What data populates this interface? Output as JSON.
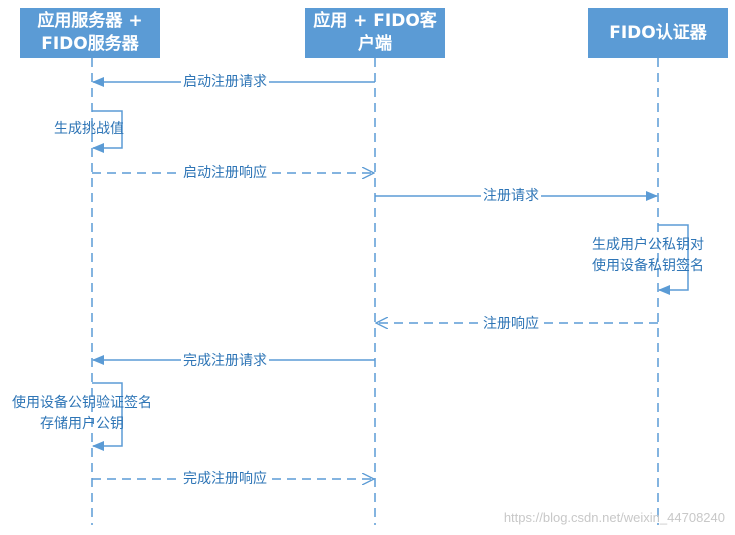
{
  "colors": {
    "accent": "#5b9bd5",
    "line": "#5b9bd5",
    "text": "#2e75b6"
  },
  "actors": [
    {
      "id": "server",
      "label": "应用服务器 +\nFIDO服务器"
    },
    {
      "id": "client",
      "label": "应用 + FIDO客\n户端"
    },
    {
      "id": "authenticator",
      "label": "FIDO认证器"
    }
  ],
  "messages": [
    {
      "from": "client",
      "to": "server",
      "label": "启动注册请求",
      "style": "solid"
    },
    {
      "from": "server",
      "to": "client",
      "label": "启动注册响应",
      "style": "dashed"
    },
    {
      "from": "client",
      "to": "authenticator",
      "label": "注册请求",
      "style": "solid"
    },
    {
      "from": "authenticator",
      "to": "client",
      "label": "注册响应",
      "style": "dashed"
    },
    {
      "from": "client",
      "to": "server",
      "label": "完成注册请求",
      "style": "solid"
    },
    {
      "from": "server",
      "to": "client",
      "label": "完成注册响应",
      "style": "dashed"
    }
  ],
  "self_messages": [
    {
      "actor": "server",
      "label": "生成挑战值"
    },
    {
      "actor": "authenticator",
      "label": "生成用户公私钥对\n使用设备私钥签名"
    },
    {
      "actor": "server",
      "label": "使用设备公钥验证签名\n存储用户公钥"
    }
  ],
  "watermark": "https://blog.csdn.net/weixin_44708240"
}
